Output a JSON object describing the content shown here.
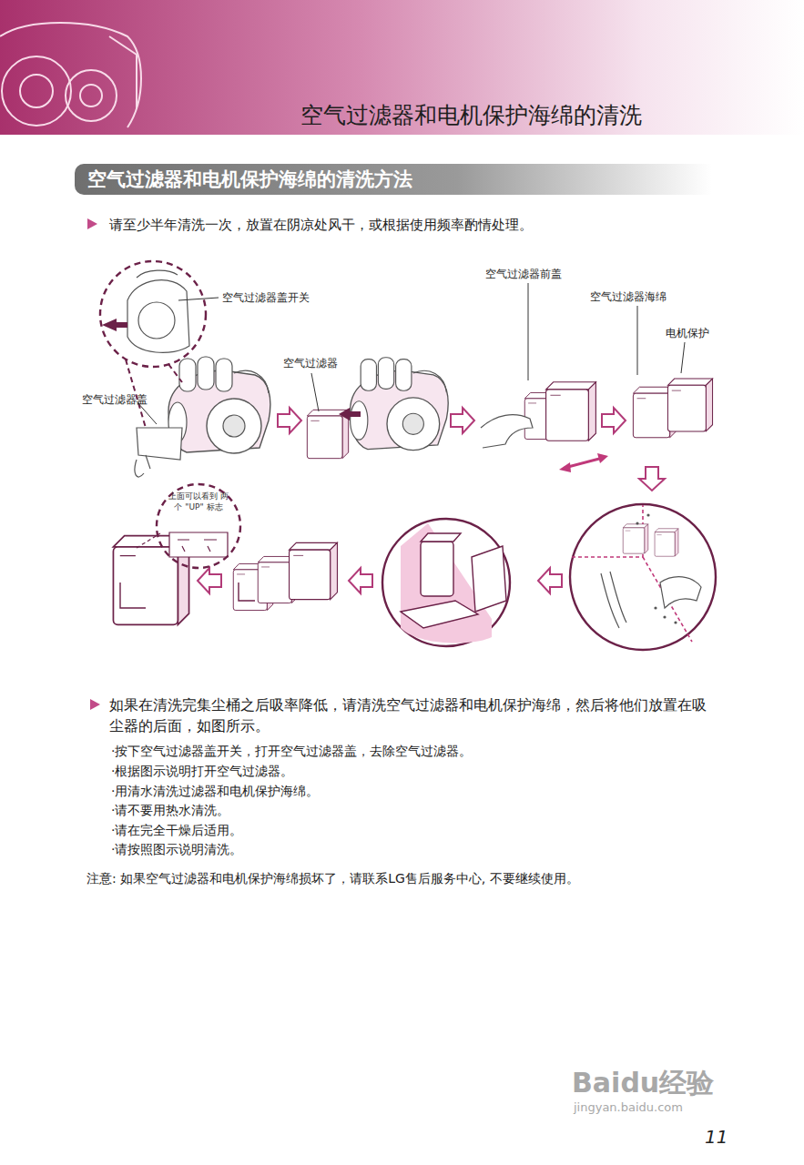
{
  "diagram": {
    "title": "空气过滤器和电机保护海绵的清洗",
    "nodes": [
      {
        "text": [
          "空气过滤器和电机保护海绵的清洗方法"
        ]
      },
      {
        "text": [
          "上面可以看到 两个 \"UP\" 标志"
        ]
      }
    ],
    "labels": [
      "请至少半年清洗一次，放置在阴凉处风干，或根据使用频率酌情处理。",
      "空气过滤器盖开关",
      "空气过滤器盖",
      "空气过滤器",
      "空气过滤器前盖",
      "空气过滤器海绵",
      "电机保护",
      "如果在清洗完集尘桶之后吸率降低，请清洗空气过滤器和电机保护海绵，然后将他们放置在吸尘器的后面，如图所示。",
      "·按下空气过滤器盖开关，打开空气过滤器盖，去除空气过滤器。",
      "·根据图示说明打开空气过滤器。",
      "·用清水清洗过滤器和电机保护海绵。",
      "·请不要用热水清洗。",
      "·请在完全干燥后适用。",
      "·请按照图示说明清洗。",
      "注意: 如果空气过滤器和电机保护海绵损坏了，请联系LG售后服务中心, 不要继续使用。",
      "Baidu经验",
      "jingyan.baidu.com",
      "11"
    ]
  }
}
